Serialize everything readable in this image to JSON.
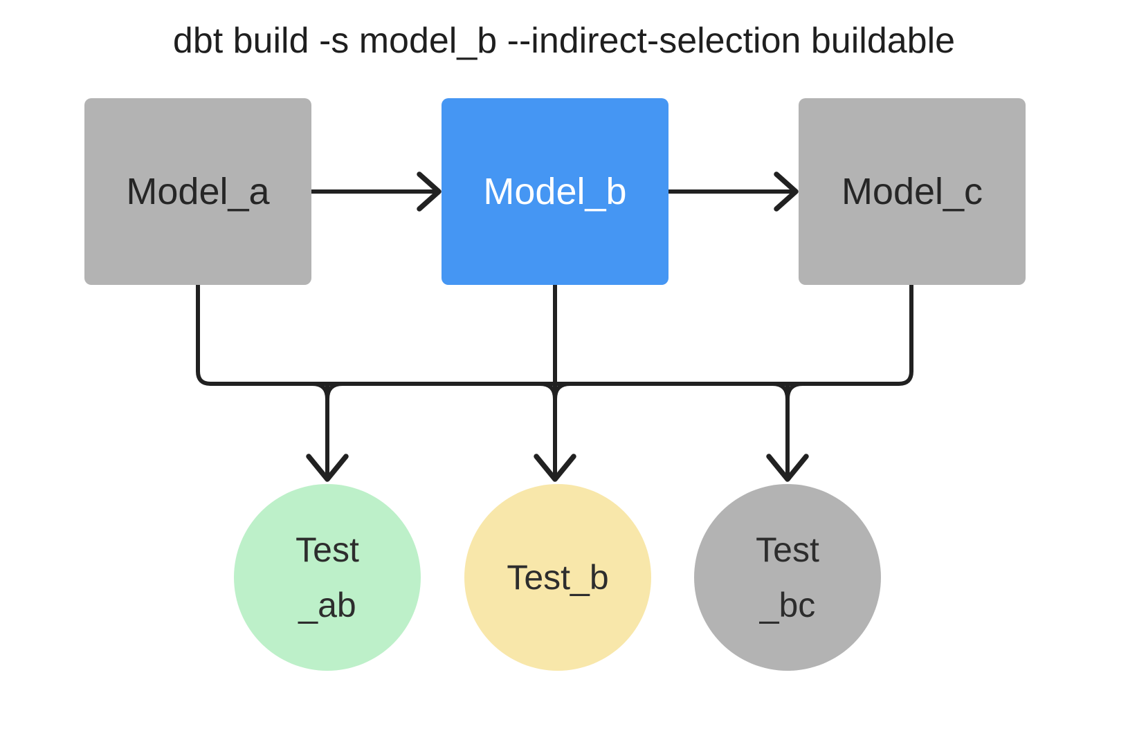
{
  "title": "dbt build -s model_b --indirect-selection buildable",
  "colors": {
    "model_unselected_gray": "#b3b3b3",
    "model_selected_blue": "#4596f3",
    "test_green": "#bdf0c9",
    "test_yellow": "#f8e7aa",
    "test_gray": "#b3b3b3",
    "line_black": "#212121",
    "text_dark": "#262626",
    "text_on_blue": "#ffffff"
  },
  "models": [
    {
      "id": "model_a",
      "label": "Model_a",
      "highlighted": false
    },
    {
      "id": "model_b",
      "label": "Model_b",
      "highlighted": true
    },
    {
      "id": "model_c",
      "label": "Model_c",
      "highlighted": false
    }
  ],
  "tests": [
    {
      "id": "test_ab",
      "label": "Test _ab",
      "label_lines": [
        "Test",
        "_ab"
      ],
      "color": "#bdf0c9"
    },
    {
      "id": "test_b",
      "label": "Test_b",
      "label_lines": [
        "Test_b"
      ],
      "color": "#f8e7aa"
    },
    {
      "id": "test_bc",
      "label": "Test _bc",
      "label_lines": [
        "Test",
        "_bc"
      ],
      "color": "#b3b3b3"
    }
  ],
  "edges": [
    {
      "from": "model_a",
      "to": "model_b"
    },
    {
      "from": "model_b",
      "to": "model_c"
    },
    {
      "from": "model_a",
      "to": "test_ab"
    },
    {
      "from": "model_b",
      "to": "test_ab"
    },
    {
      "from": "model_b",
      "to": "test_b"
    },
    {
      "from": "model_b",
      "to": "test_bc"
    },
    {
      "from": "model_c",
      "to": "test_bc"
    }
  ]
}
